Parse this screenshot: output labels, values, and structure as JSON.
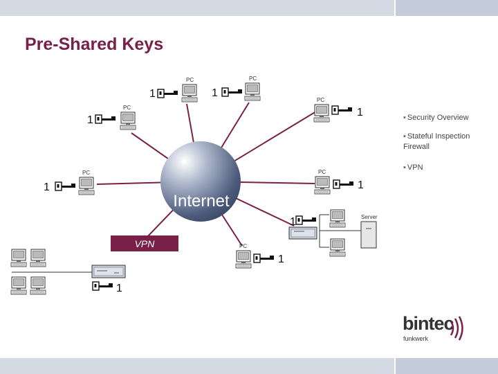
{
  "slide": {
    "title": "Pre-Shared Keys",
    "bullets": [
      "Security Overview",
      "Stateful Inspection\nFirewall",
      "VPN"
    ]
  },
  "diagram": {
    "hub_label": "Internet",
    "node_label": "PC",
    "key_label": "1",
    "server_label": "Server",
    "vpn_label": "VPN"
  },
  "brand": {
    "name": "bintec",
    "sub": "funkwerk"
  },
  "colors": {
    "link": "#7a2048",
    "title": "#7a2048",
    "vpn_box": "#7a2048",
    "globe": "#5a6a8a"
  }
}
